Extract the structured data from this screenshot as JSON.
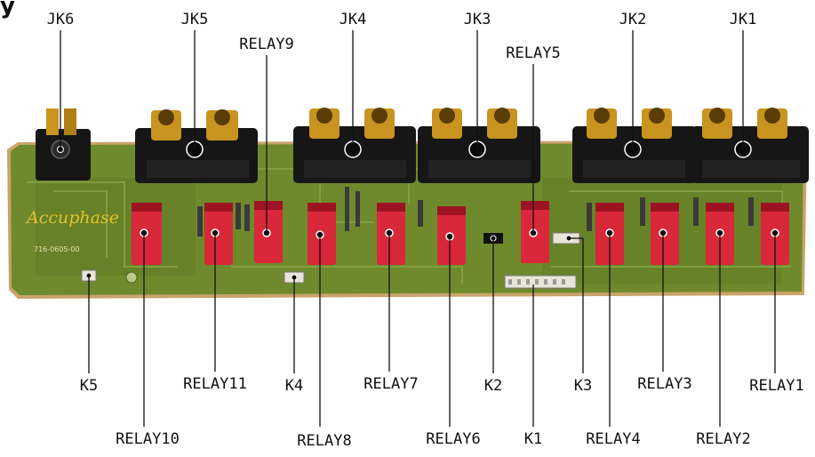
{
  "corner_text": "y",
  "brand": "Accuphase",
  "part_number": "716-0605-00",
  "colors": {
    "board": "#6f8a2c",
    "board_dark": "#4f6a1c",
    "board_edge": "#c9a36a",
    "relay": "#d8283a",
    "relay_dark": "#9e1322",
    "jack_body": "#161616",
    "jack_gold": "#c9931f",
    "label": "#111111"
  },
  "top_labels": [
    {
      "id": "jk6",
      "text": "JK6"
    },
    {
      "id": "jk5",
      "text": "JK5"
    },
    {
      "id": "relay9",
      "text": "RELAY9"
    },
    {
      "id": "jk4",
      "text": "JK4"
    },
    {
      "id": "jk3",
      "text": "JK3"
    },
    {
      "id": "relay5",
      "text": "RELAY5"
    },
    {
      "id": "jk2",
      "text": "JK2"
    },
    {
      "id": "jk1",
      "text": "JK1"
    }
  ],
  "bottom_labels": [
    {
      "id": "k5",
      "text": "K5"
    },
    {
      "id": "relay11",
      "text": "RELAY11"
    },
    {
      "id": "k4",
      "text": "K4"
    },
    {
      "id": "relay7",
      "text": "RELAY7"
    },
    {
      "id": "k2",
      "text": "K2"
    },
    {
      "id": "k3",
      "text": "K3"
    },
    {
      "id": "relay3",
      "text": "RELAY3"
    },
    {
      "id": "relay1",
      "text": "RELAY1"
    },
    {
      "id": "relay10",
      "text": "RELAY10"
    },
    {
      "id": "relay8",
      "text": "RELAY8"
    },
    {
      "id": "relay6",
      "text": "RELAY6"
    },
    {
      "id": "k1",
      "text": "K1"
    },
    {
      "id": "relay4",
      "text": "RELAY4"
    },
    {
      "id": "relay2",
      "text": "RELAY2"
    }
  ]
}
